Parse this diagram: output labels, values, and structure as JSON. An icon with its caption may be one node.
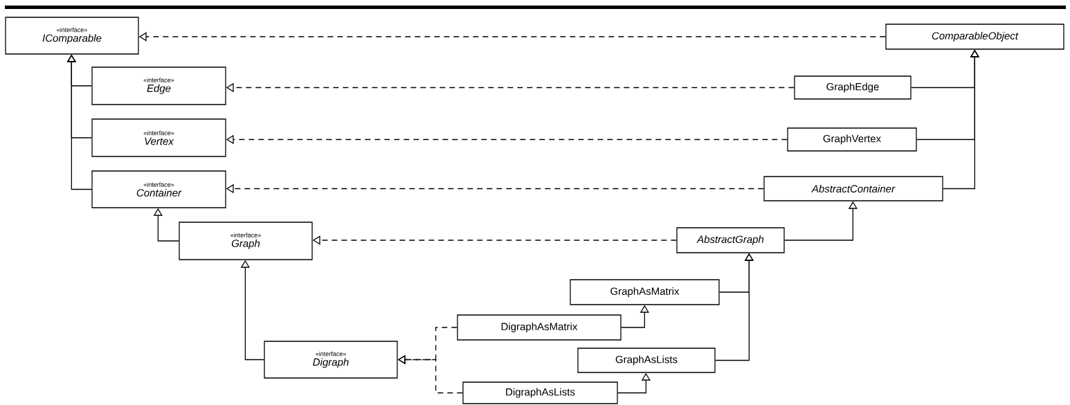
{
  "diagram": {
    "nodes": [
      {
        "text": [
          "«interface»",
          "IComparable"
        ]
      },
      {
        "text": [
          "«interface»",
          "Edge"
        ]
      },
      {
        "text": [
          "«interface»",
          "Vertex"
        ]
      },
      {
        "text": [
          "«interface»",
          "Container"
        ]
      },
      {
        "text": [
          "«interface»",
          "Graph"
        ]
      },
      {
        "text": [
          "«interface»",
          "Digraph"
        ]
      },
      {
        "text": [
          "ComparableObject"
        ]
      },
      {
        "text": [
          "GraphEdge"
        ]
      },
      {
        "text": [
          "GraphVertex"
        ]
      },
      {
        "text": [
          "AbstractContainer"
        ]
      },
      {
        "text": [
          "AbstractGraph"
        ]
      },
      {
        "text": [
          "GraphAsMatrix"
        ]
      },
      {
        "text": [
          "DigraphAsMatrix"
        ]
      },
      {
        "text": [
          "GraphAsLists"
        ]
      },
      {
        "text": [
          "DigraphAsLists"
        ]
      }
    ],
    "edges": [
      {
        "from": 1,
        "to": 0,
        "arrow": "to"
      },
      {
        "from": 2,
        "to": 0,
        "arrow": "to"
      },
      {
        "from": 3,
        "to": 0,
        "arrow": "to"
      },
      {
        "from": 4,
        "to": 3,
        "arrow": "to"
      },
      {
        "from": 5,
        "to": 4,
        "arrow": "to"
      },
      {
        "from": 6,
        "to": 0,
        "arrow": "to",
        "style": "dashed"
      },
      {
        "from": 7,
        "to": 1,
        "arrow": "to",
        "style": "dashed"
      },
      {
        "from": 8,
        "to": 2,
        "arrow": "to",
        "style": "dashed"
      },
      {
        "from": 9,
        "to": 3,
        "arrow": "to",
        "style": "dashed"
      },
      {
        "from": 10,
        "to": 4,
        "arrow": "to",
        "style": "dashed"
      },
      {
        "from": 12,
        "to": 5,
        "arrow": "to",
        "style": "dashed"
      },
      {
        "from": 14,
        "to": 5,
        "arrow": "to",
        "style": "dashed"
      },
      {
        "from": 7,
        "to": 6,
        "arrow": "to"
      },
      {
        "from": 8,
        "to": 6,
        "arrow": "to"
      },
      {
        "from": 9,
        "to": 6,
        "arrow": "to"
      },
      {
        "from": 10,
        "to": 9,
        "arrow": "to"
      },
      {
        "from": 11,
        "to": 10,
        "arrow": "to"
      },
      {
        "from": 13,
        "to": 10,
        "arrow": "to"
      },
      {
        "from": 12,
        "to": 11,
        "arrow": "to"
      },
      {
        "from": 14,
        "to": 13,
        "arrow": "to"
      }
    ]
  }
}
